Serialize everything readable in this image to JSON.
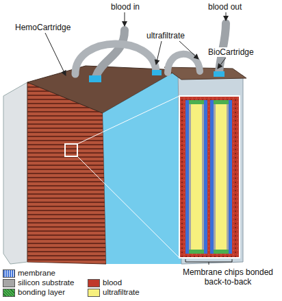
{
  "diagram": {
    "labels": [
      "blood in",
      "blood out",
      "HemoCartridge",
      "ultrafiltrate",
      "BioCartridge",
      "Membrane chips bonded back-to-back"
    ],
    "legend": [
      {
        "text": "membrane"
      },
      {
        "text": "silicon substrate",
        "color": "#a6a6a6"
      },
      {
        "text": "bonding layer"
      },
      {
        "text": "blood",
        "color": "#c0392b"
      },
      {
        "text": "ultrafiltrate",
        "color": "#f7f07e"
      }
    ]
  }
}
